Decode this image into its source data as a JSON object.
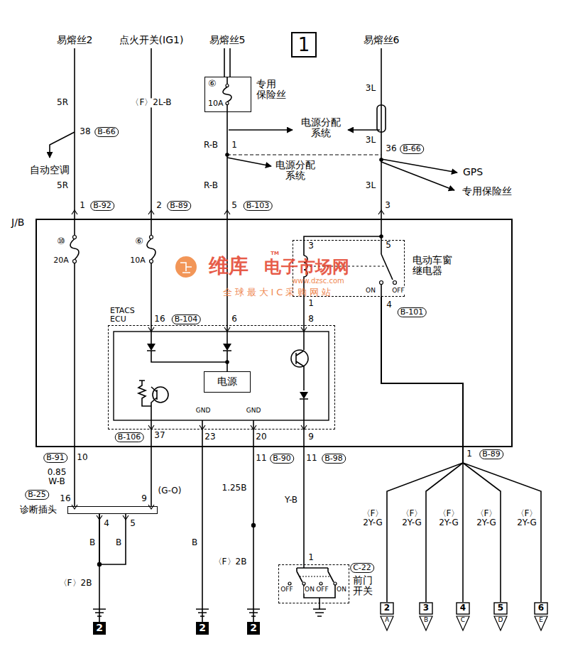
{
  "diagram": {
    "nodes": [
      {
        "text": [
          "1"
        ]
      },
      {
        "text": [
          "⑥",
          "10A",
          "专用 保险丝"
        ]
      },
      {
        "text": [
          "J/B"
        ]
      },
      {
        "text": [
          "电动车窗 继电器"
        ],
        "in": 2
      },
      {
        "text": [
          "ETACS ECU"
        ],
        "in": 2
      },
      {
        "text": [
          "电源"
        ],
        "in": 4
      },
      {
        "text": [
          "诊断插头"
        ]
      },
      {
        "text": [
          "前门 开关"
        ]
      },
      {
        "text": [
          "2",
          "A"
        ]
      },
      {
        "text": [
          "3",
          "B"
        ]
      },
      {
        "text": [
          "4",
          "C"
        ]
      },
      {
        "text": [
          "5",
          "D"
        ]
      },
      {
        "text": [
          "6",
          "E"
        ]
      },
      {
        "text": [
          "2"
        ]
      },
      {
        "text": [
          "2"
        ]
      },
      {
        "text": [
          "2"
        ]
      }
    ],
    "edges": [
      {
        "from": 1,
        "to": 2,
        "arrow": "none"
      },
      {
        "from": 3,
        "to": 4,
        "arrow": "none"
      },
      {
        "from": 2,
        "to": 6,
        "arrow": "none"
      },
      {
        "from": 4,
        "to": 6,
        "arrow": "none"
      },
      {
        "from": 4,
        "to": 7,
        "arrow": "none"
      },
      {
        "from": 3,
        "to": 8,
        "arrow": "none"
      },
      {
        "from": 3,
        "to": 9,
        "arrow": "none"
      },
      {
        "from": 3,
        "to": 10,
        "arrow": "none"
      },
      {
        "from": 3,
        "to": 11,
        "arrow": "none"
      },
      {
        "from": 3,
        "to": 12,
        "arrow": "none"
      },
      {
        "from": 6,
        "to": 13,
        "arrow": "none"
      },
      {
        "from": 4,
        "to": 14,
        "arrow": "none"
      },
      {
        "from": 4,
        "to": 15,
        "arrow": "none"
      }
    ],
    "labels": [
      "易熔丝2",
      "点火开关(IG1)",
      "易熔丝5",
      "易熔丝6",
      "5R",
      "38",
      "B-66",
      "自动空调",
      "5R",
      "1",
      "B-92",
      "〈F〉2L-B",
      "2",
      "B-89",
      "R-B",
      "1",
      "电源分配 系统",
      "电源分配 系统",
      "R-B",
      "5",
      "B-103",
      "3L",
      "3L",
      "36",
      "B-66",
      "GPS",
      "专用保险丝",
      "3L",
      "3",
      "维库",
      "TM",
      "电子市场网",
      "www.dzsc.com",
      "全球最大IC采购网站",
      "⑩",
      "20A",
      "⑥",
      "10A",
      "3",
      "5",
      "ON",
      "OFF",
      "1",
      "4",
      "B-101",
      "16",
      "B-104",
      "6",
      "8",
      "GND",
      "GND",
      "B-106",
      "37",
      "23",
      "20",
      "9",
      "B-91",
      "10",
      "0.85 W-B",
      "(G-O)",
      "11",
      "B-90",
      "1.25B",
      "11",
      "B-98",
      "Y-B",
      "1",
      "B-89",
      "〈F〉 2Y-G",
      "〈F〉 2Y-G",
      "〈F〉 2Y-G",
      "〈F〉 2Y-G",
      "〈F〉 2Y-G",
      "B-25",
      "16",
      "9",
      "4",
      "5",
      "B",
      "B",
      "〈F〉2B",
      "B",
      "〈F〉2B",
      "C-22",
      "1",
      "OFF",
      "ON",
      "OFF",
      "ON"
    ]
  }
}
